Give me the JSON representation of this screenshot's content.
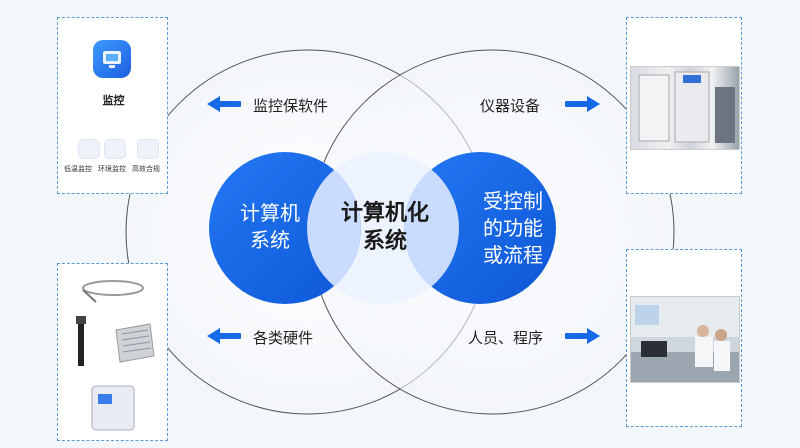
{
  "center": {
    "title": "计算机化系统",
    "left_circle": "计算机系统",
    "right_circle": "受控制的功能或流程"
  },
  "labels": {
    "top_left": "监控保软件",
    "bottom_left": "各类硬件",
    "top_right": "仪器设备",
    "bottom_right": "人员、程序"
  },
  "monitor_panel": {
    "title": "监控",
    "items": [
      "低温监控",
      "环境监控",
      "高效合规"
    ]
  },
  "colors": {
    "primary_blue": "#1769e8",
    "light_blue": "#dde9ff",
    "arrow_blue": "#1769e8"
  },
  "icons": [
    "monitor-app-icon",
    "sensor-probe-icon",
    "ventilation-grille-icon",
    "equipment-freezer-photo",
    "lab-staff-photo"
  ]
}
